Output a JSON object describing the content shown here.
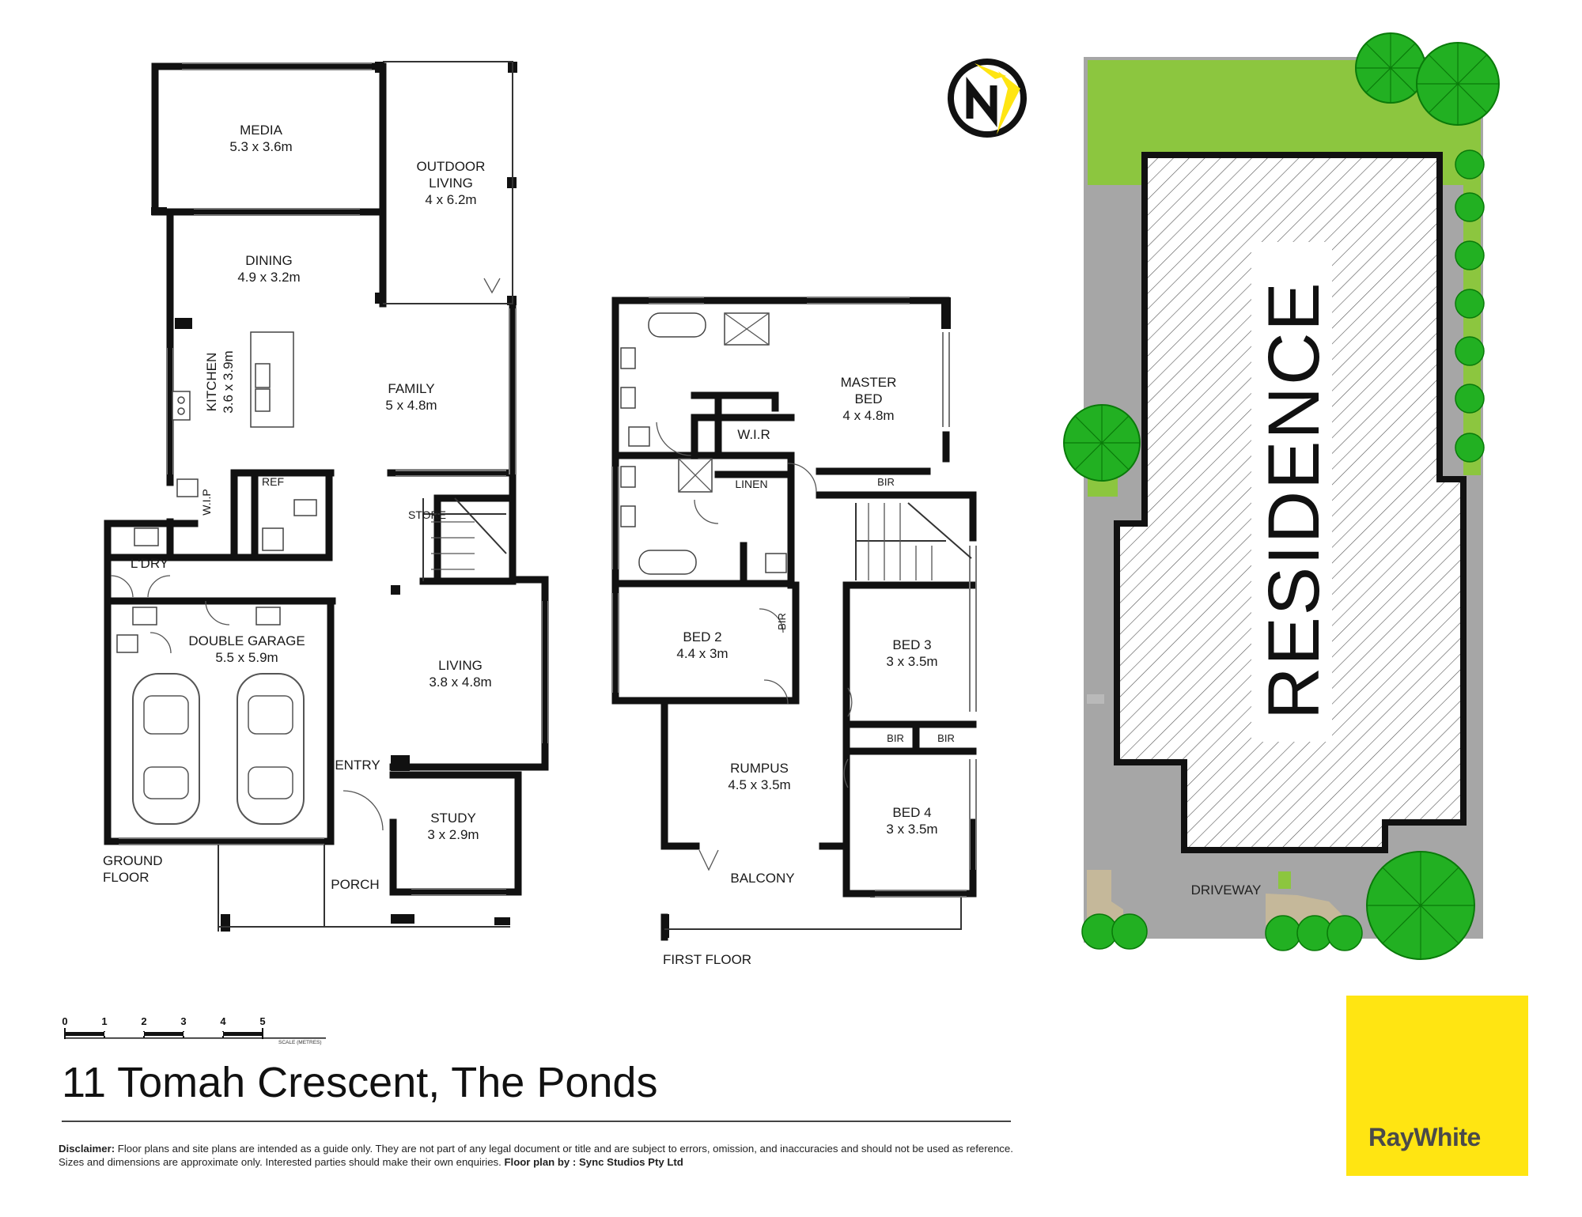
{
  "ground_floor": {
    "label_line1": "GROUND",
    "label_line2": "FLOOR",
    "rooms": {
      "media": {
        "name": "MEDIA",
        "dim": "5.3 x 3.6m"
      },
      "outdoor": {
        "name1": "OUTDOOR",
        "name2": "LIVING",
        "dim": "4 x 6.2m"
      },
      "dining": {
        "name": "DINING",
        "dim": "4.9 x 3.2m"
      },
      "kitchen": {
        "name": "KITCHEN",
        "dim": "3.6 x 3.9m"
      },
      "family": {
        "name": "FAMILY",
        "dim": "5 x 4.8m"
      },
      "wip": "W.I.P",
      "ref": "REF",
      "store": "STORE",
      "laundry": "L'DRY",
      "garage": {
        "name": "DOUBLE GARAGE",
        "dim": "5.5 x 5.9m"
      },
      "living": {
        "name": "LIVING",
        "dim": "3.8 x 4.8m"
      },
      "entry": "ENTRY",
      "study": {
        "name": "STUDY",
        "dim": "3 x 2.9m"
      },
      "porch": "PORCH"
    }
  },
  "first_floor": {
    "label": "FIRST FLOOR",
    "rooms": {
      "master": {
        "name1": "MASTER",
        "name2": "BED",
        "dim": "4 x 4.8m"
      },
      "wir": "W.I.R",
      "linen": "LINEN",
      "bir_master": "BIR",
      "bed2": {
        "name": "BED 2",
        "dim": "4.4 x 3m"
      },
      "bir_bed2": "BIR",
      "bed3": {
        "name": "BED 3",
        "dim": "3 x 3.5m"
      },
      "bir_a": "BIR",
      "bir_b": "BIR",
      "rumpus": {
        "name": "RUMPUS",
        "dim": "4.5 x 3.5m"
      },
      "bed4": {
        "name": "BED 4",
        "dim": "3 x 3.5m"
      },
      "balcony": "BALCONY"
    }
  },
  "site": {
    "residence": "RESIDENCE",
    "driveway": "DRIVEWAY",
    "colors": {
      "grass": "#8cc63f",
      "paving": "#a6a6a6",
      "hatch": "#ffffff",
      "tree": "#22b022",
      "tree_dark": "#0a7a0a"
    }
  },
  "scale": {
    "ticks": [
      "0",
      "1",
      "2",
      "3",
      "4",
      "5"
    ],
    "caption": "SCALE (METRES)"
  },
  "compass": {
    "letter": "N",
    "colors": {
      "ring": "#111111",
      "arrow": "#ffe512"
    }
  },
  "address": "11 Tomah Crescent, The Ponds",
  "disclaimer": {
    "label": "Disclaimer:",
    "text": "Floor plans and site plans are intended as a guide only. They are not part of any legal document or title and are subject to errors, omission, and inaccuracies and should not be used as reference. Sizes and dimensions are approximate only. Interested parties should make their own enquiries.",
    "credit": "Floor plan by : Sync Studios Pty Ltd"
  },
  "brand": {
    "logo_text": "RayWhite",
    "colors": {
      "yellow": "#ffe512",
      "text": "#4a4a4a"
    }
  }
}
